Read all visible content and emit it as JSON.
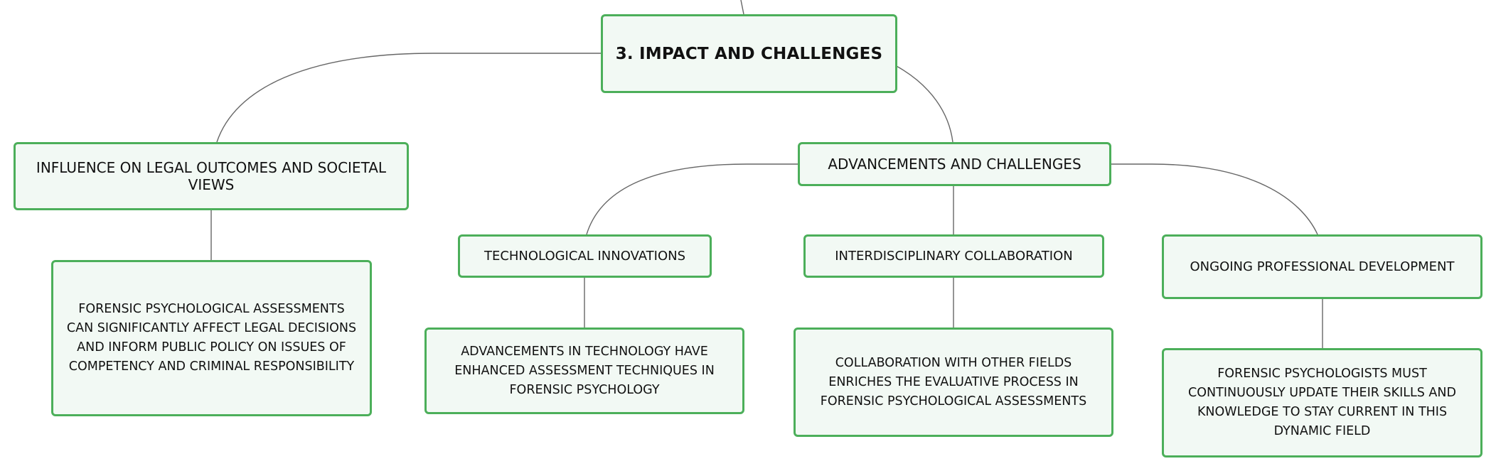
{
  "diagram": {
    "root": {
      "label": "3. IMPACT AND CHALLENGES"
    },
    "branches": [
      {
        "label": "INFLUENCE ON LEGAL OUTCOMES AND SOCIETAL VIEWS",
        "detail": "FORENSIC PSYCHOLOGICAL ASSESSMENTS CAN SIGNIFICANTLY AFFECT LEGAL DECISIONS AND INFORM PUBLIC POLICY ON ISSUES OF COMPETENCY AND CRIMINAL RESPONSIBILITY"
      },
      {
        "label": "ADVANCEMENTS AND CHALLENGES",
        "children": [
          {
            "label": "TECHNOLOGICAL INNOVATIONS",
            "detail": "ADVANCEMENTS IN TECHNOLOGY HAVE ENHANCED ASSESSMENT TECHNIQUES IN FORENSIC PSYCHOLOGY"
          },
          {
            "label": "INTERDISCIPLINARY COLLABORATION",
            "detail": "COLLABORATION WITH OTHER FIELDS ENRICHES THE EVALUATIVE PROCESS IN FORENSIC PSYCHOLOGICAL ASSESSMENTS"
          },
          {
            "label": "ONGOING PROFESSIONAL DEVELOPMENT",
            "detail": "FORENSIC PSYCHOLOGISTS MUST CONTINUOUSLY UPDATE THEIR SKILLS AND KNOWLEDGE TO STAY CURRENT IN THIS DYNAMIC FIELD"
          }
        ]
      }
    ]
  },
  "colors": {
    "node_border": "#4caf5a",
    "node_fill": "#f2f9f4",
    "connector": "#666666",
    "text": "#111111"
  }
}
